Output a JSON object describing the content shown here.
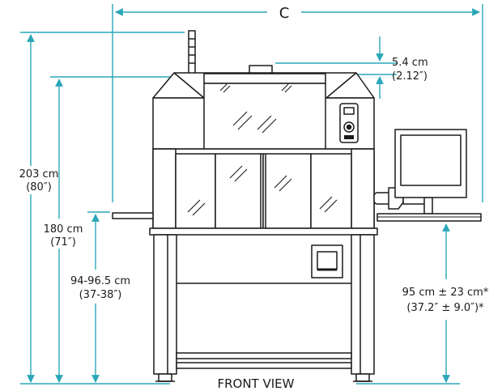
{
  "view_label": "FRONT VIEW",
  "dimensions": {
    "width": {
      "label": "C"
    },
    "overall_height": {
      "metric": "203 cm",
      "imperial": "(80″)"
    },
    "cabinet_height": {
      "metric": "180 cm",
      "imperial": "(71″)"
    },
    "work_height": {
      "metric": "94-96.5 cm",
      "imperial": "(37-38″)"
    },
    "top_offset": {
      "metric": "5.4 cm",
      "imperial": "(2.12″)"
    },
    "shelf_height": {
      "metric": "95 cm ± 23 cm*",
      "imperial": "(37.2″ ± 9.0″)*"
    }
  },
  "colors": {
    "dimension_line": "#2aa7b8",
    "outline": "#1a1a1a",
    "fill": "#ffffff"
  }
}
